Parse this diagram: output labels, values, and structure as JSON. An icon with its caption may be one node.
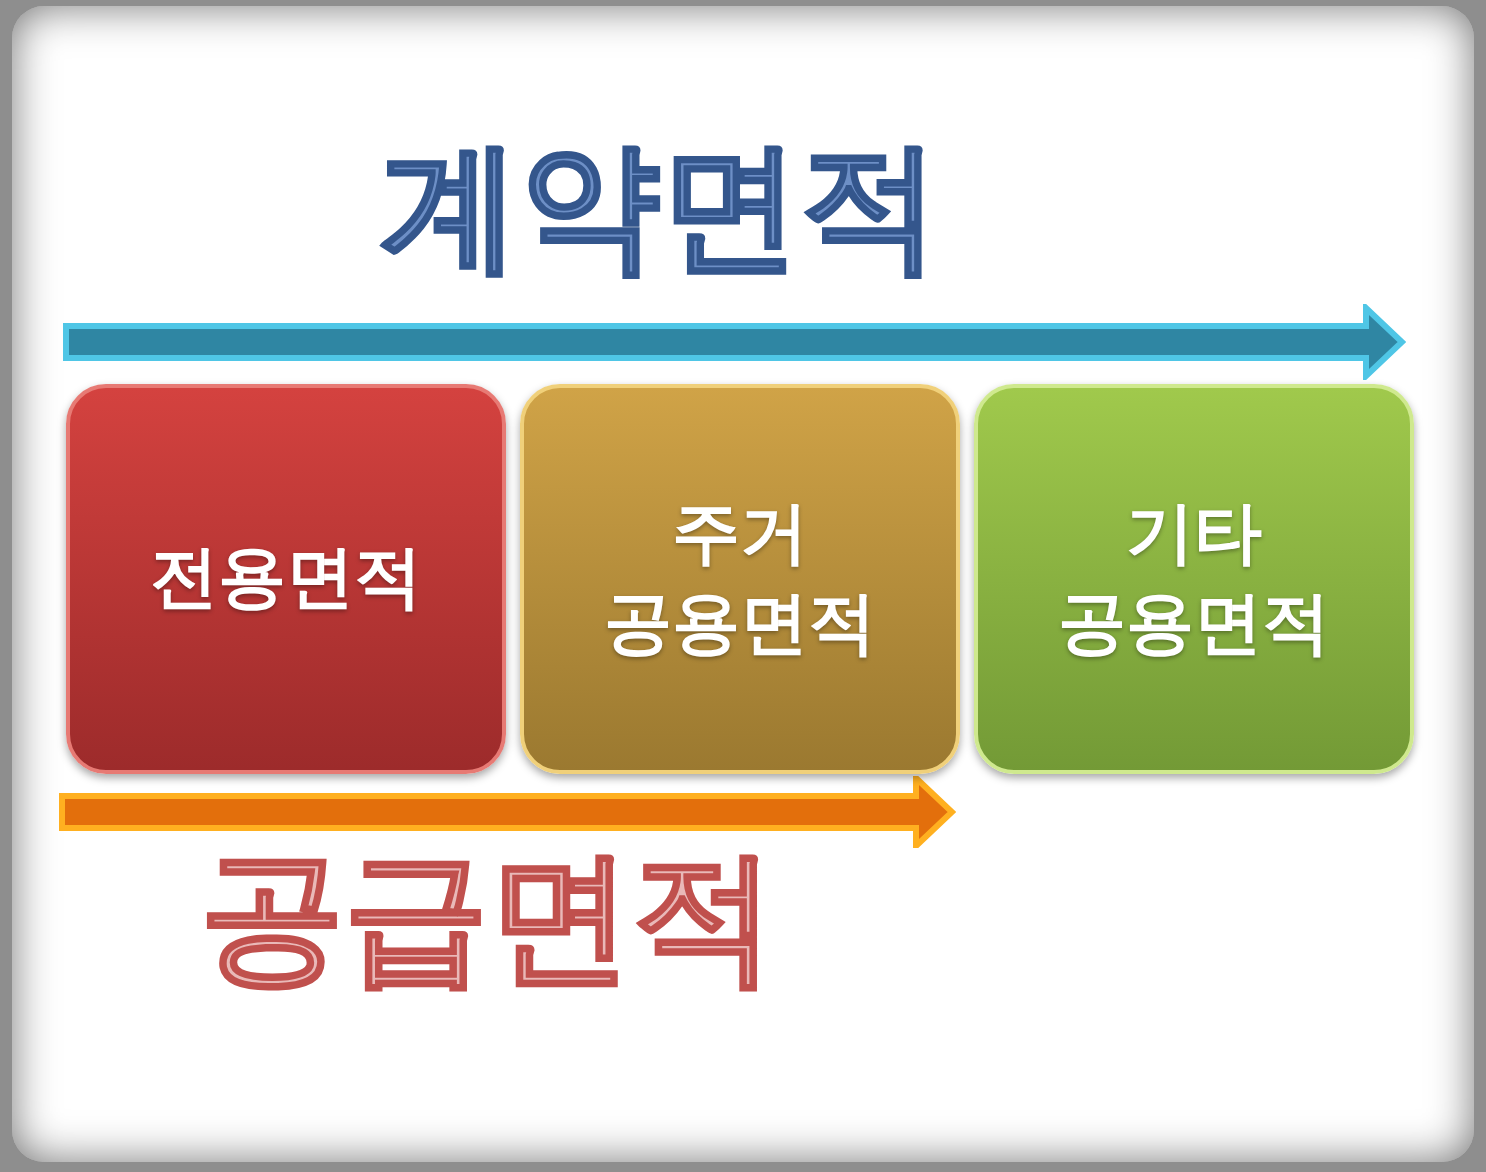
{
  "diagram": {
    "nodes": [
      {
        "text": [
          "전용면적"
        ]
      },
      {
        "text": [
          "주거 공용면적"
        ]
      },
      {
        "text": [
          "기타 공용면적"
        ]
      }
    ],
    "labels": [
      "계약면적",
      "공급면적"
    ]
  }
}
